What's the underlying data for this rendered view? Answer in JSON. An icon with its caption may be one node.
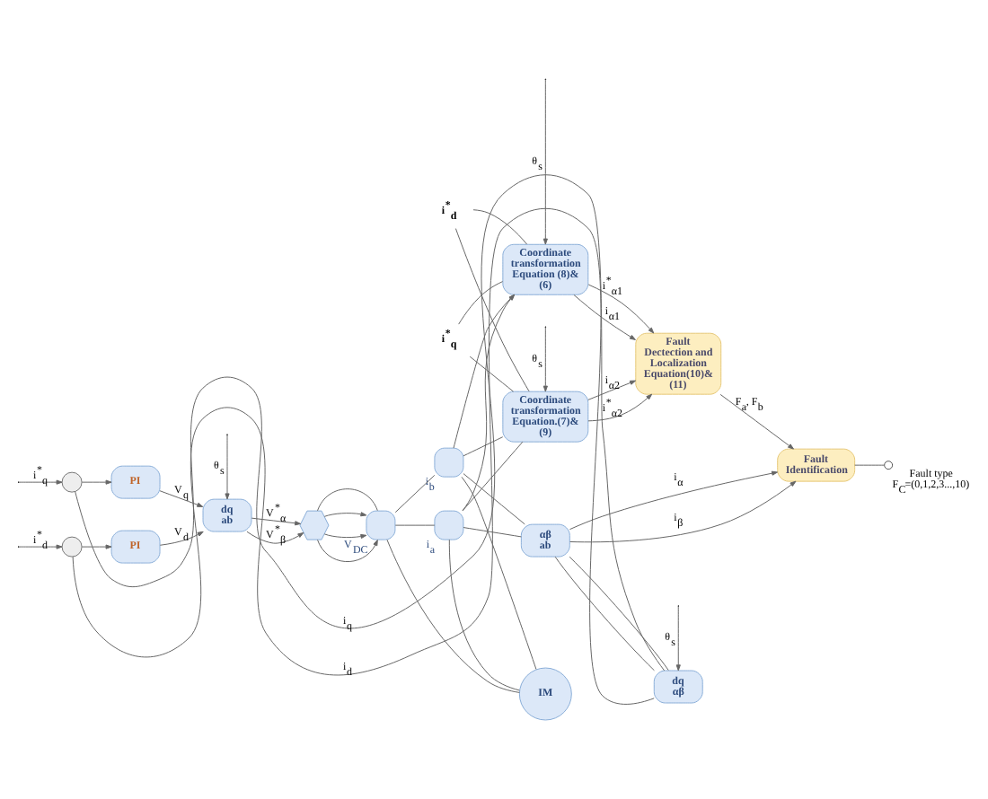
{
  "diagram": {
    "nodes": [
      {
        "text": [],
        "shape": "circle"
      },
      {
        "text": [],
        "shape": "circle"
      },
      {
        "text": [
          "PI"
        ]
      },
      {
        "text": [
          "PI"
        ]
      },
      {
        "text": [
          "dq",
          "ab"
        ]
      },
      {
        "text": [],
        "shape": "hexagon"
      },
      {
        "text": [],
        "shape": "box",
        "beside": [
          "V$_{DC}$"
        ]
      },
      {
        "text": [],
        "shape": "box",
        "beside": [
          "i$_{a}$"
        ]
      },
      {
        "text": [],
        "shape": "box",
        "beside": [
          "i$_{b}$"
        ]
      },
      {
        "text": [
          "Coordinate transformation Equation (8)& (6)"
        ]
      },
      {
        "text": [
          "Coordinate transformation Equation.(7)& (9)"
        ]
      },
      {
        "text": [
          "Fault Dectection and Localization Equation(10)& (11)"
        ]
      },
      {
        "text": [
          "Fault Identification"
        ]
      },
      {
        "text": [
          "αβ",
          "ab"
        ]
      },
      {
        "text": [
          "dq",
          "αβ"
        ]
      },
      {
        "text": [
          "IM"
        ]
      },
      {
        "text": [],
        "shape": "circle",
        "beside": [
          "Fault type",
          "F$_{C}$=(0,1,2,3...,10)"
        ]
      },
      {
        "text": [
          "i$^{*}$$_{q}$"
        ]
      },
      {
        "text": [
          "i$^{*}$$_{d}$"
        ]
      }
    ],
    "edges": [
      {
        "from": null,
        "to": 0,
        "arrow": "to",
        "label": "i$^{*}$$_{q}$"
      },
      {
        "from": 0,
        "to": 2,
        "arrow": "to"
      },
      {
        "from": null,
        "to": 1,
        "arrow": "to",
        "label": "i$^{*}$$_{d}$"
      },
      {
        "from": 1,
        "to": 3,
        "arrow": "to"
      },
      {
        "from": 2,
        "to": 4,
        "arrow": "to",
        "label": "V$_{q}$"
      },
      {
        "from": 3,
        "to": 4,
        "arrow": "to",
        "label": "V$_{d}$"
      },
      {
        "from": null,
        "to": 4,
        "arrow": "to",
        "label": "θ$_{s}$"
      },
      {
        "from": 4,
        "to": 5,
        "arrow": "to",
        "label": "V$^{*}$$_{α}$"
      },
      {
        "from": 4,
        "to": 5,
        "arrow": "to",
        "label": "V$^{*}$$_{β}$"
      },
      {
        "from": 5,
        "to": 6,
        "arrow": "to"
      },
      {
        "from": 5,
        "to": 6,
        "arrow": "to"
      },
      {
        "from": 5,
        "to": 6,
        "arrow": "to"
      },
      {
        "from": 5,
        "to": 6,
        "arrow": "none"
      },
      {
        "from": 6,
        "to": 7,
        "arrow": "none"
      },
      {
        "from": 7,
        "to": 15,
        "arrow": "none"
      },
      {
        "from": 6,
        "to": 8,
        "arrow": "none"
      },
      {
        "from": 8,
        "to": 15,
        "arrow": "none"
      },
      {
        "from": 6,
        "to": 15,
        "arrow": "none"
      },
      {
        "from": 7,
        "to": 9,
        "arrow": "to"
      },
      {
        "from": 8,
        "to": 9,
        "arrow": "to"
      },
      {
        "from": 7,
        "to": 10,
        "arrow": "none"
      },
      {
        "from": 8,
        "to": 10,
        "arrow": "none"
      },
      {
        "from": null,
        "to": 9,
        "arrow": "to",
        "label": "θ$_{s}$"
      },
      {
        "from": null,
        "to": 10,
        "arrow": "to",
        "label": "θ$_{s}$"
      },
      {
        "from": 17,
        "to": 9,
        "arrow": "none"
      },
      {
        "from": 17,
        "to": 10,
        "arrow": "none"
      },
      {
        "from": 18,
        "to": 9,
        "arrow": "none"
      },
      {
        "from": 18,
        "to": 10,
        "arrow": "none"
      },
      {
        "from": 9,
        "to": 11,
        "arrow": "to",
        "label": "i$^{*}$$_{α1}$"
      },
      {
        "from": 9,
        "to": 11,
        "arrow": "to",
        "label": "i$_{α1}$"
      },
      {
        "from": 10,
        "to": 11,
        "arrow": "to",
        "label": "i$^{*}$$_{α2}$"
      },
      {
        "from": 10,
        "to": 11,
        "arrow": "to",
        "label": "i$_{α2}$"
      },
      {
        "from": 11,
        "to": 12,
        "arrow": "to",
        "label": "F$_{a}$, F$_{b}$"
      },
      {
        "from": 7,
        "to": 13,
        "arrow": "none"
      },
      {
        "from": 8,
        "to": 13,
        "arrow": "none"
      },
      {
        "from": 13,
        "to": 12,
        "arrow": "to",
        "label": "i$_{α}$"
      },
      {
        "from": 13,
        "to": 12,
        "arrow": "to",
        "label": "i$_{β}$"
      },
      {
        "from": 13,
        "to": 14,
        "arrow": "none"
      },
      {
        "from": 13,
        "to": 14,
        "arrow": "none"
      },
      {
        "from": null,
        "to": 14,
        "arrow": "to",
        "label": "θ$_{s}$"
      },
      {
        "from": 14,
        "to": 0,
        "arrow": "none",
        "label": "i$_{q}$"
      },
      {
        "from": 14,
        "to": 1,
        "arrow": "none",
        "label": "i$_{d}$"
      },
      {
        "from": 12,
        "to": 16,
        "arrow": "none"
      }
    ]
  }
}
